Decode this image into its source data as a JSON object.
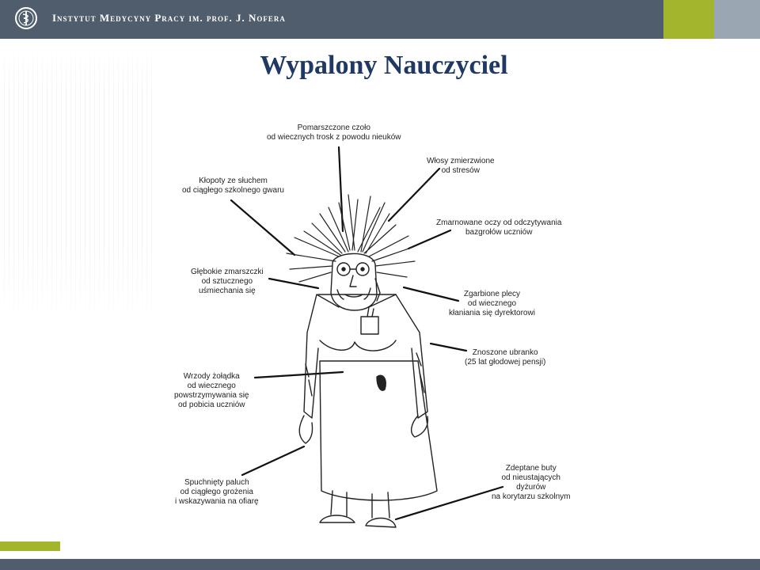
{
  "header": {
    "institute": "Instytut Medycyny Pracy im. prof. J. Nofera",
    "brand_colors": {
      "bar": "#505d6d",
      "accent_green": "#a3b52d",
      "accent_grey": "#9aa7b3"
    }
  },
  "slide": {
    "title": "Wypalony Nauczyciel",
    "title_color": "#1f3864"
  },
  "illustration": {
    "labels": [
      {
        "id": "forehead",
        "lines": [
          "Pomarszczone czoło",
          "od wiecznych trosk z powodu nieuków"
        ]
      },
      {
        "id": "hair",
        "lines": [
          "Włosy zmierzwione",
          "od stresów"
        ]
      },
      {
        "id": "hearing",
        "lines": [
          "Kłopoty ze słuchem",
          "od ciągłego szkolnego gwaru"
        ]
      },
      {
        "id": "eyes",
        "lines": [
          "Zmarnowane oczy od odczytywania",
          "bazgrołów uczniów"
        ]
      },
      {
        "id": "wrinkles",
        "lines": [
          "Głębokie zmarszczki",
          "od sztucznego",
          "uśmiechania się"
        ]
      },
      {
        "id": "back",
        "lines": [
          "Zgarbione plecy",
          "od wiecznego",
          "kłaniania się dyrektorowi"
        ]
      },
      {
        "id": "clothes",
        "lines": [
          "Znoszone ubranko",
          "(25 lat głodowej pensji)"
        ]
      },
      {
        "id": "stomach",
        "lines": [
          "Wrzody żołądka",
          "od wiecznego",
          "powstrzymywania się",
          "od pobicia uczniów"
        ]
      },
      {
        "id": "finger",
        "lines": [
          "Spuchnięty paluch",
          "od ciągłego grożenia",
          "i wskazywania na ofiarę"
        ]
      },
      {
        "id": "shoes",
        "lines": [
          "Zdeptane buty",
          "od nieustających",
          "dyżurów",
          "na korytarzu szkolnym"
        ]
      }
    ]
  }
}
